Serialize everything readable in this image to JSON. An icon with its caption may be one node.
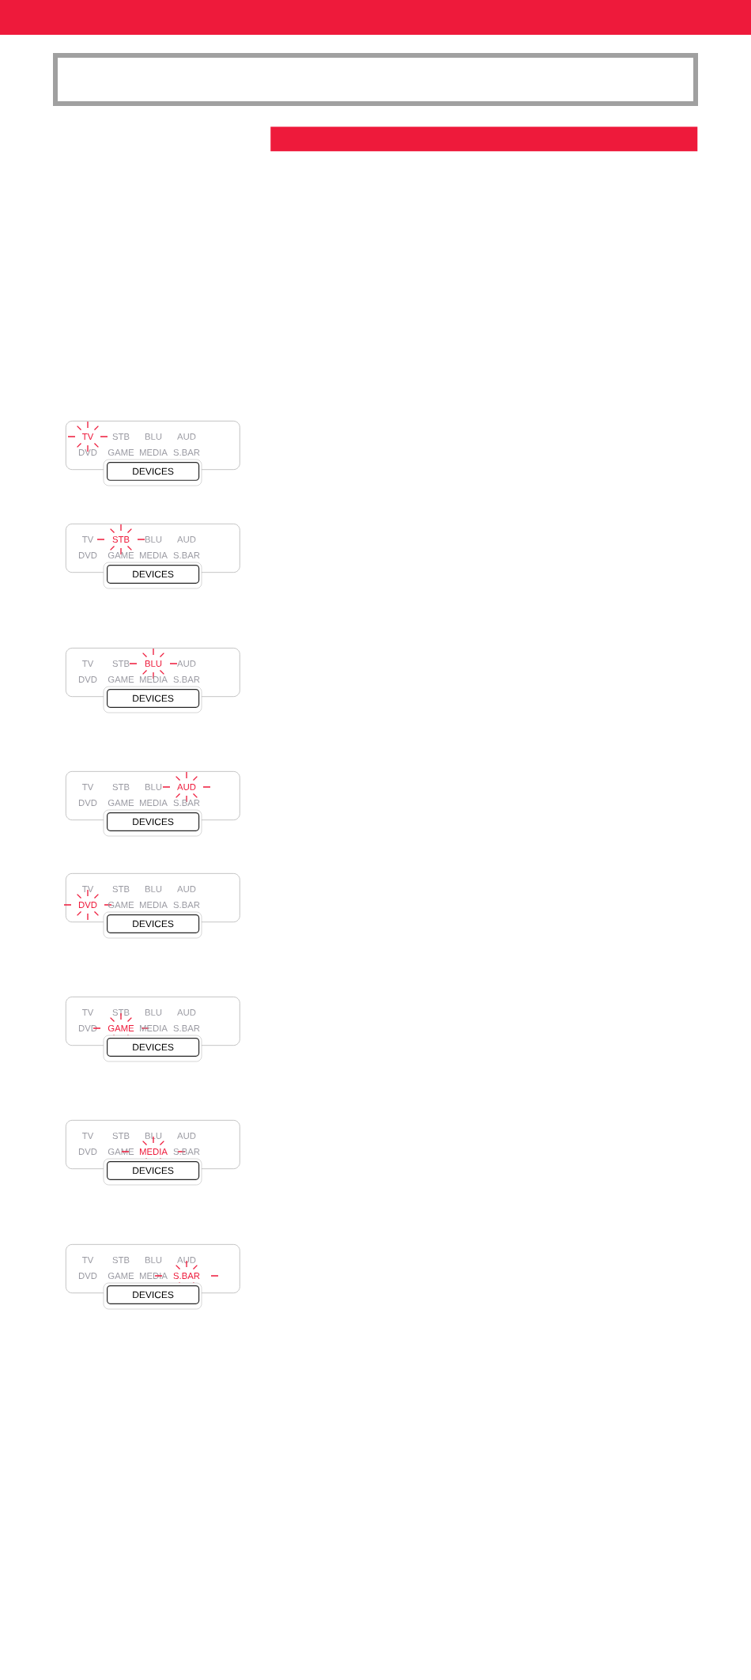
{
  "diagram": {
    "nodes": [
      {
        "text": [],
        "shape": "bar"
      },
      {
        "text": [
          "TV",
          "STB",
          "BLU",
          "AUD",
          "DVD",
          "GAME",
          "MEDIA",
          "S.BAR"
        ]
      },
      {
        "text": [
          "DEVICES"
        ]
      },
      {
        "text": [
          "TV",
          "STB",
          "BLU",
          "AUD",
          "DVD",
          "GAME",
          "MEDIA",
          "S.BAR"
        ]
      },
      {
        "text": [
          "DEVICES"
        ]
      },
      {
        "text": [
          "TV",
          "STB",
          "BLU",
          "AUD",
          "DVD",
          "GAME",
          "MEDIA",
          "S.BAR"
        ]
      },
      {
        "text": [
          "DEVICES"
        ]
      },
      {
        "text": [
          "TV",
          "STB",
          "BLU",
          "AUD",
          "DVD",
          "GAME",
          "MEDIA",
          "S.BAR"
        ]
      },
      {
        "text": [
          "DEVICES"
        ]
      },
      {
        "text": [
          "TV",
          "STB",
          "BLU",
          "AUD",
          "DVD",
          "GAME",
          "MEDIA",
          "S.BAR"
        ]
      },
      {
        "text": [
          "DEVICES"
        ]
      },
      {
        "text": [
          "TV",
          "STB",
          "BLU",
          "AUD",
          "DVD",
          "GAME",
          "MEDIA",
          "S.BAR"
        ]
      },
      {
        "text": [
          "DEVICES"
        ]
      },
      {
        "text": [
          "TV",
          "STB",
          "BLU",
          "AUD",
          "DVD",
          "GAME",
          "MEDIA",
          "S.BAR"
        ]
      },
      {
        "text": [
          "DEVICES"
        ]
      },
      {
        "text": [
          "TV",
          "STB",
          "BLU",
          "AUD",
          "DVD",
          "GAME",
          "MEDIA",
          "S.BAR"
        ]
      },
      {
        "text": [
          "DEVICES"
        ]
      }
    ]
  }
}
